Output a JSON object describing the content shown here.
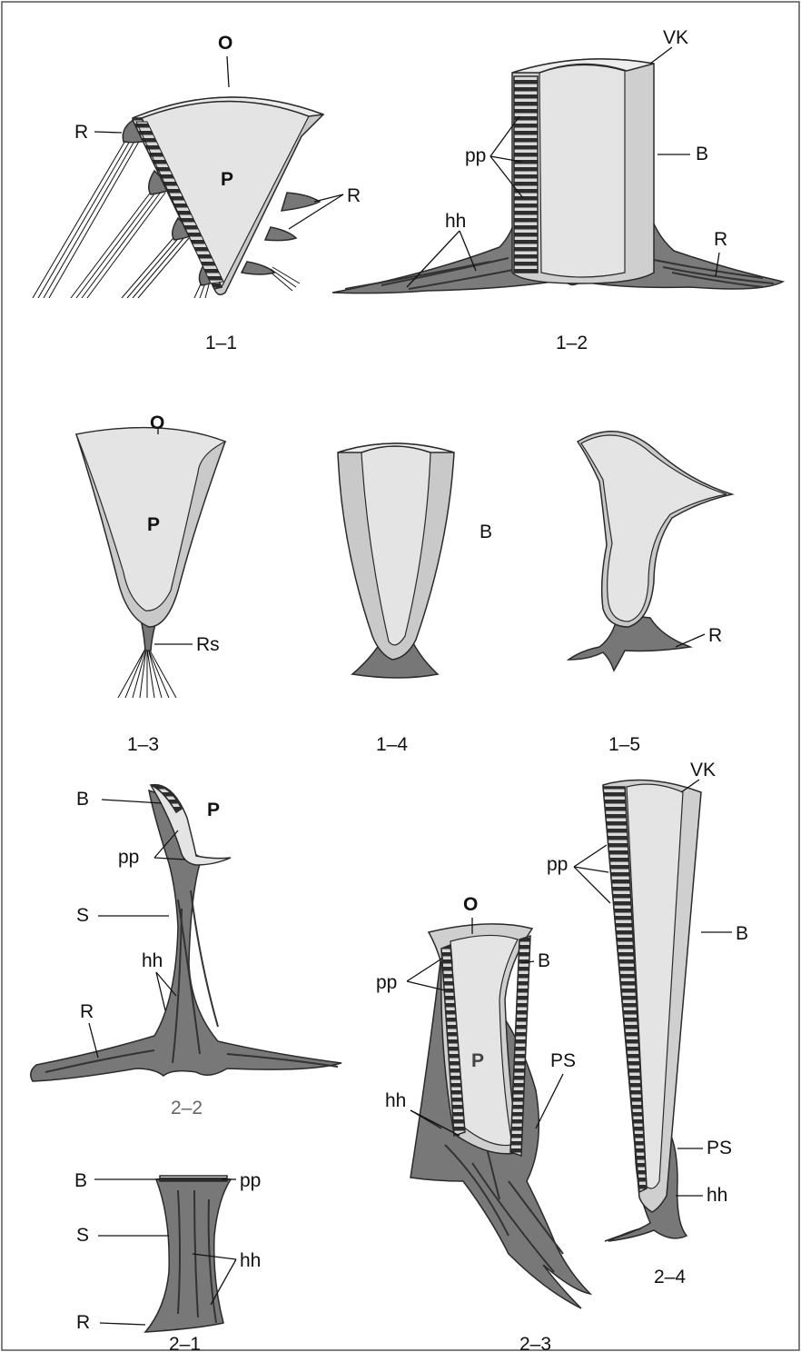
{
  "panels": {
    "p1_1": {
      "caption": "1–1",
      "labels": {
        "O": "O",
        "P": "P",
        "R1": "R",
        "R2": "R"
      }
    },
    "p1_2": {
      "caption": "1–2",
      "labels": {
        "VK": "VK",
        "pp": "pp",
        "B": "B",
        "hh": "hh",
        "R": "R"
      }
    },
    "p1_3": {
      "caption": "1–3",
      "labels": {
        "O": "O",
        "P": "P",
        "Rs": "Rs"
      }
    },
    "p1_4": {
      "caption": "1–4",
      "labels": {
        "B": "B"
      }
    },
    "p1_5": {
      "caption": "1–5",
      "labels": {
        "R": "R"
      }
    },
    "p2_2": {
      "caption": "2–2",
      "labels": {
        "B": "B",
        "P": "P",
        "pp": "pp",
        "S": "S",
        "hh": "hh",
        "R": "R"
      }
    },
    "p2_1": {
      "caption": "2–1",
      "labels": {
        "B": "B",
        "pp": "pp",
        "S": "S",
        "hh": "hh",
        "R": "R"
      }
    },
    "p2_3": {
      "caption": "2–3",
      "labels": {
        "O": "O",
        "pp": "pp",
        "B": "B",
        "P": "P",
        "PS": "PS",
        "hh": "hh"
      }
    },
    "p2_4": {
      "caption": "2–4",
      "labels": {
        "VK": "VK",
        "pp": "pp",
        "B": "B",
        "PS": "PS",
        "hh": "hh"
      }
    }
  }
}
